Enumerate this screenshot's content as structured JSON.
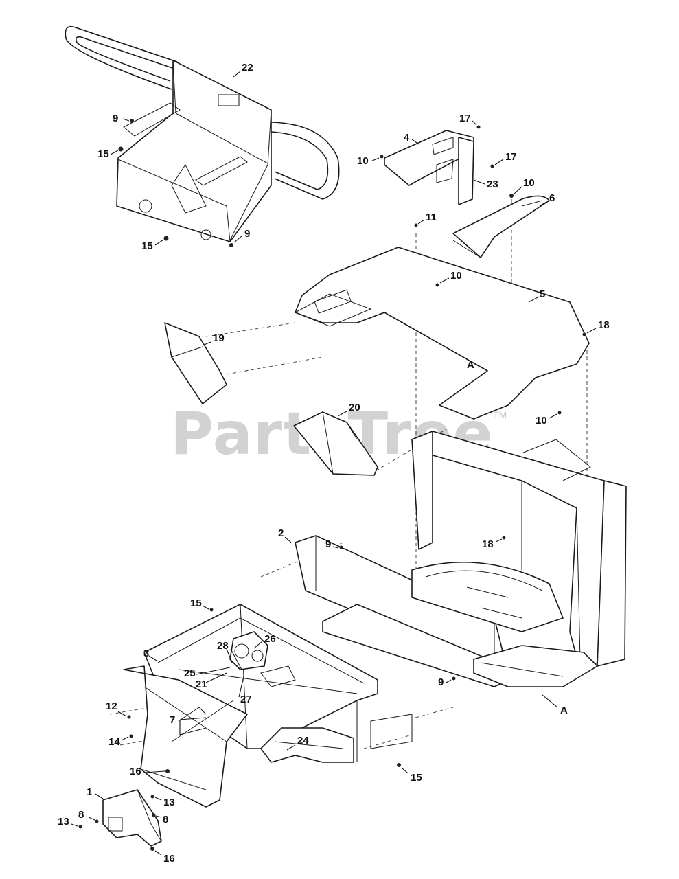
{
  "watermark": {
    "brand": "PartsTree",
    "trademark": "TM"
  },
  "callouts": [
    {
      "id": "c22a",
      "text": "22"
    },
    {
      "id": "c9a",
      "text": "9"
    },
    {
      "id": "c15a",
      "text": "15"
    },
    {
      "id": "c15b",
      "text": "15"
    },
    {
      "id": "c9b",
      "text": "9"
    },
    {
      "id": "c17a",
      "text": "17"
    },
    {
      "id": "c4",
      "text": "4"
    },
    {
      "id": "c10a",
      "text": "10"
    },
    {
      "id": "c17b",
      "text": "17"
    },
    {
      "id": "c23",
      "text": "23"
    },
    {
      "id": "c10b",
      "text": "10"
    },
    {
      "id": "c6",
      "text": "6"
    },
    {
      "id": "c11",
      "text": "11"
    },
    {
      "id": "c10c",
      "text": "10"
    },
    {
      "id": "c5",
      "text": "5"
    },
    {
      "id": "c18a",
      "text": "18"
    },
    {
      "id": "c19",
      "text": "19"
    },
    {
      "id": "cA1",
      "text": "A"
    },
    {
      "id": "c20",
      "text": "20"
    },
    {
      "id": "c10d",
      "text": "10"
    },
    {
      "id": "c2",
      "text": "2"
    },
    {
      "id": "c9c",
      "text": "9"
    },
    {
      "id": "c18b",
      "text": "18"
    },
    {
      "id": "c15c",
      "text": "15"
    },
    {
      "id": "c26",
      "text": "26"
    },
    {
      "id": "c28",
      "text": "28"
    },
    {
      "id": "c3",
      "text": "3"
    },
    {
      "id": "c25",
      "text": "25"
    },
    {
      "id": "c21",
      "text": "21"
    },
    {
      "id": "c27",
      "text": "27"
    },
    {
      "id": "c9d",
      "text": "9"
    },
    {
      "id": "cA2",
      "text": "A"
    },
    {
      "id": "c12",
      "text": "12"
    },
    {
      "id": "c7",
      "text": "7"
    },
    {
      "id": "c14",
      "text": "14"
    },
    {
      "id": "c24",
      "text": "24"
    },
    {
      "id": "c15d",
      "text": "15"
    },
    {
      "id": "c16a",
      "text": "16"
    },
    {
      "id": "c1",
      "text": "1"
    },
    {
      "id": "c13a",
      "text": "13"
    },
    {
      "id": "c8a",
      "text": "8"
    },
    {
      "id": "c13b",
      "text": "13"
    },
    {
      "id": "c8b",
      "text": "8"
    },
    {
      "id": "c16b",
      "text": "16"
    }
  ]
}
